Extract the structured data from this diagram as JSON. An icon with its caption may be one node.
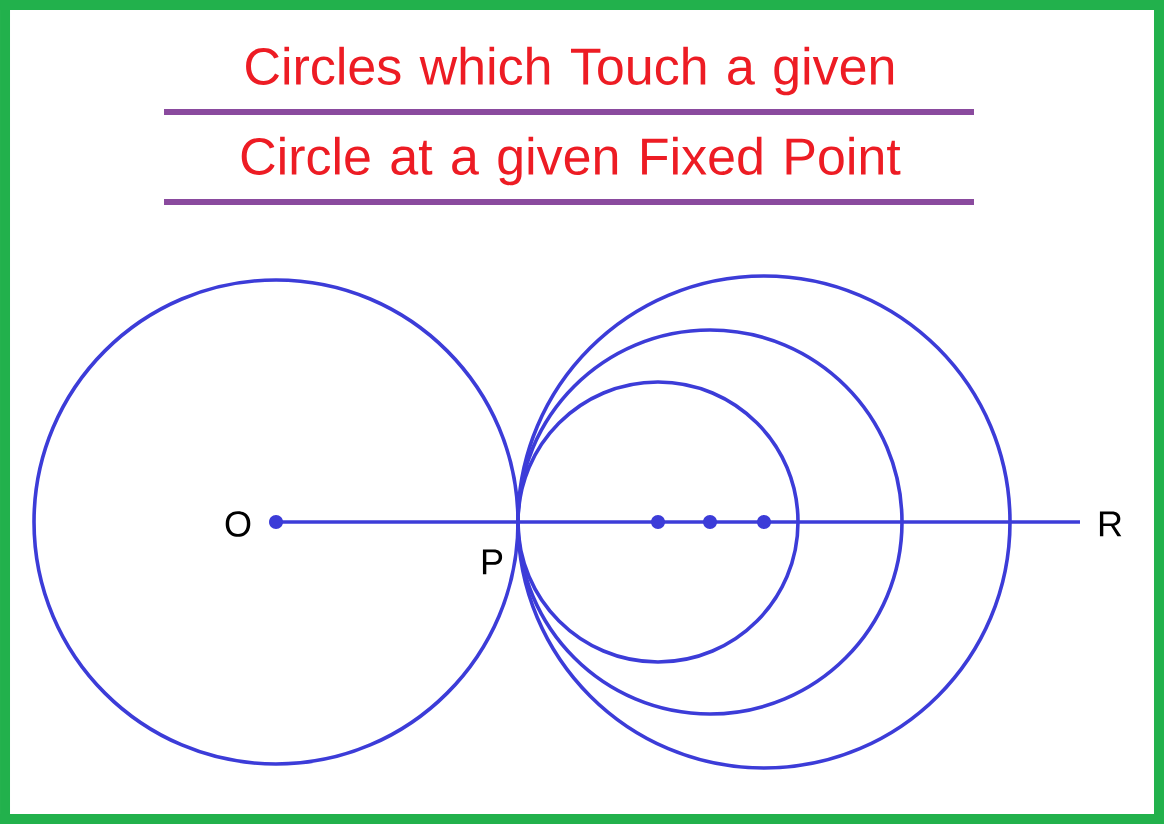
{
  "diagram": {
    "title": "Circles which Touch a given Circle at a given Fixed Point",
    "labels": [
      "O",
      "P",
      "R"
    ]
  }
}
